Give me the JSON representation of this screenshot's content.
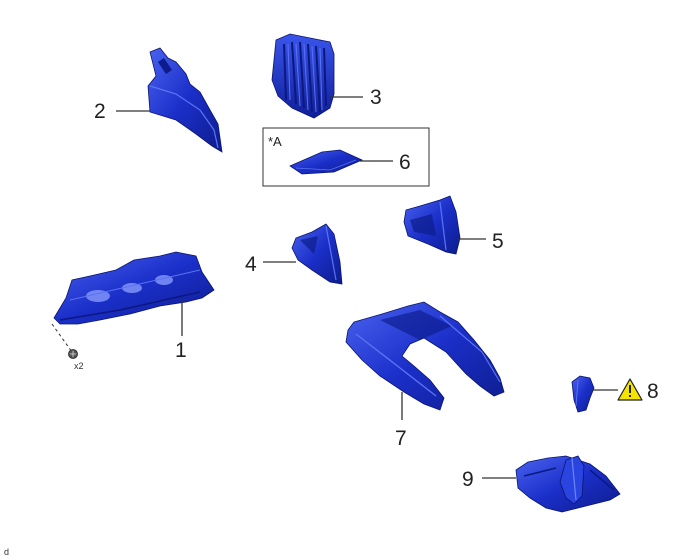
{
  "diagram": {
    "callouts": {
      "c1": "1",
      "c2": "2",
      "c3": "3",
      "c4": "4",
      "c5": "5",
      "c6": "6",
      "c7": "7",
      "c8": "8",
      "c9": "9"
    },
    "inset_label": "*A",
    "quantity": "x2",
    "corner_code": "d",
    "colors": {
      "part_blue": "#1b2fc9",
      "part_dark": "#0d1c8c",
      "part_light": "#4a63f0",
      "warning_yellow": "#f5e400"
    },
    "icons": [
      "warning-icon",
      "screw-icon"
    ]
  }
}
